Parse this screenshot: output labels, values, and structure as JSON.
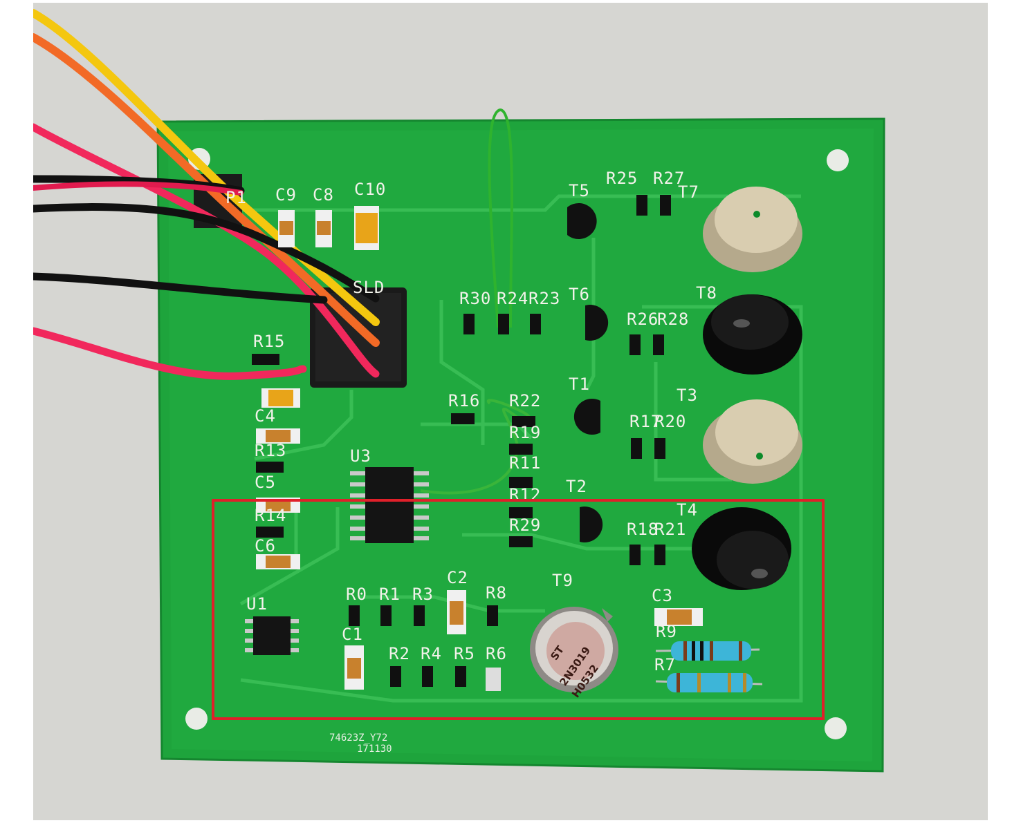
{
  "photo": {
    "subject": "green printed circuit board with sensor components",
    "highlight_box_color": "#e0202a",
    "board_color": "#1aa03a"
  },
  "silkscreen": {
    "connector_p1": "P1",
    "c9": "C9",
    "c8": "C8",
    "c10": "C10",
    "sld": "SLD",
    "r15": "R15",
    "c4": "C4",
    "r13": "R13",
    "c5": "C5",
    "r14": "R14",
    "c6": "C6",
    "u3": "U3",
    "r30": "R30",
    "r24": "R24",
    "r23": "R23",
    "r16": "R16",
    "r22": "R22",
    "r19": "R19",
    "r11": "R11",
    "r12": "R12",
    "r29": "R29",
    "t5": "T5",
    "r25": "R25",
    "r27": "R27",
    "t7": "T7",
    "t6": "T6",
    "r26": "R26",
    "r28": "R28",
    "t8": "T8",
    "t1": "T1",
    "r17": "R17",
    "r20": "R20",
    "t3": "T3",
    "t2": "T2",
    "r18": "R18",
    "r21": "R21",
    "t4": "T4",
    "u1": "U1",
    "r0": "R0",
    "r1": "R1",
    "r3": "R3",
    "c2": "C2",
    "r8": "R8",
    "c1": "C1",
    "r2": "R2",
    "r4": "R4",
    "r5": "R5",
    "r6": "R6",
    "t9": "T9",
    "c3": "C3",
    "r9": "R9",
    "r7": "R7",
    "board_code": "74623Z_Y72",
    "board_date": "171130"
  },
  "transistor_marking": {
    "brand": "ST",
    "part": "2N3019",
    "code": "H0532"
  }
}
